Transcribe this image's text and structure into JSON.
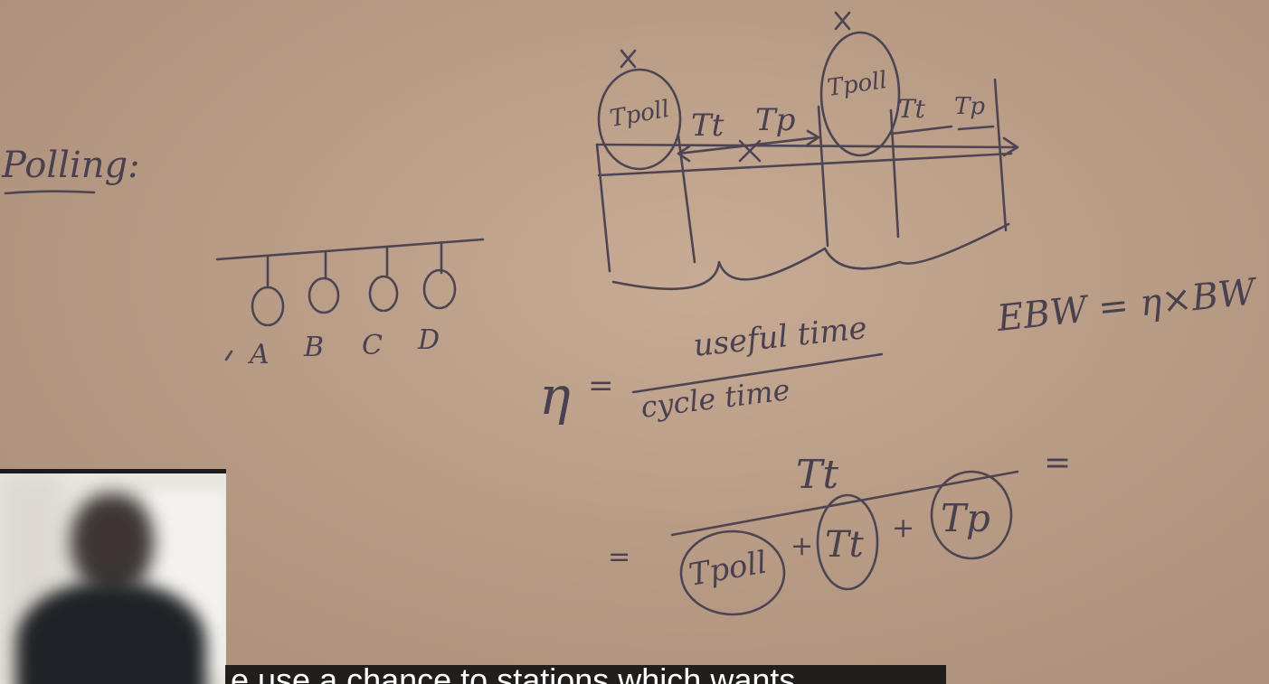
{
  "whiteboard": {
    "heading": "Polling:",
    "stations": [
      "A",
      "B",
      "C",
      "D"
    ],
    "timeline": {
      "poll_label": "Tpoll",
      "transmission_label": "Tt",
      "propagation_label": "Tp",
      "cross_mark": "x"
    },
    "efficiency": {
      "symbol": "η",
      "equals": "=",
      "numerator": "useful time",
      "denominator": "cycle time",
      "expanded_numerator": "Tt",
      "expanded_terms": [
        "Tpoll",
        "Tt",
        "Tp"
      ],
      "plus": "+",
      "trailing_equals": "="
    },
    "effective_bandwidth": "EBW = η×BW"
  },
  "subtitle": {
    "text": "e use a chance to stations which wants"
  },
  "colors": {
    "board": "#bfa28c",
    "ink": "#4e4553",
    "subtitle_bg": "#0a0a0a",
    "subtitle_text": "#ffffff"
  }
}
